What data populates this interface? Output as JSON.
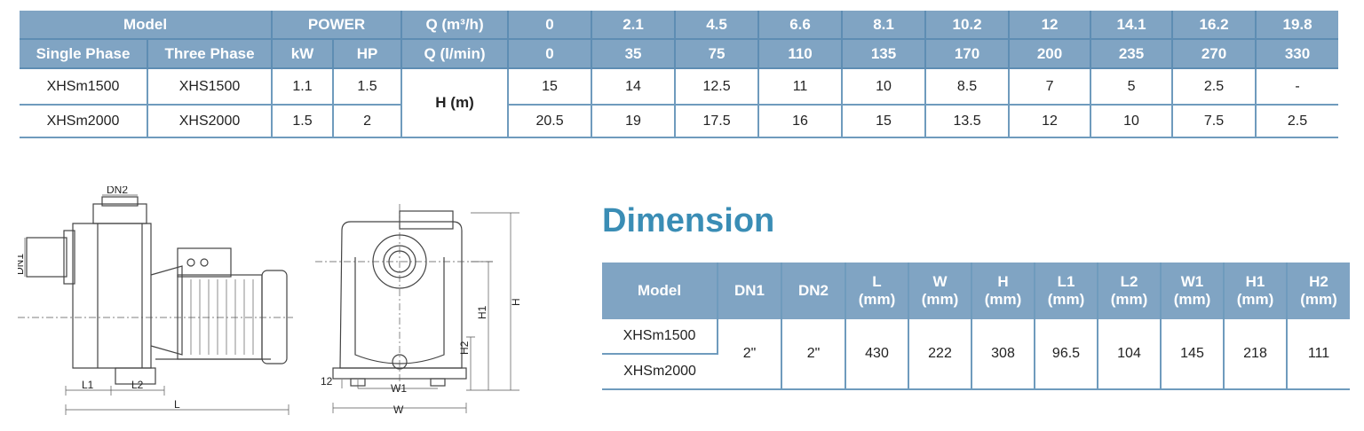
{
  "performance": {
    "header1": {
      "model": "Model",
      "power": "POWER",
      "q_m3h": "Q (m³/h)",
      "flows_m3h": [
        "0",
        "2.1",
        "4.5",
        "6.6",
        "8.1",
        "10.2",
        "12",
        "14.1",
        "16.2",
        "19.8"
      ]
    },
    "header2": {
      "single": "Single Phase",
      "three": "Three Phase",
      "kw": "kW",
      "hp": "HP",
      "q_lmin": "Q (l/min)",
      "flows_lmin": [
        "0",
        "35",
        "75",
        "110",
        "135",
        "170",
        "200",
        "235",
        "270",
        "330"
      ]
    },
    "head_label": "H (m)",
    "rows": [
      {
        "single": "XHSm1500",
        "three": "XHS1500",
        "kw": "1.1",
        "hp": "1.5",
        "heads": [
          "15",
          "14",
          "12.5",
          "11",
          "10",
          "8.5",
          "7",
          "5",
          "2.5",
          "-"
        ]
      },
      {
        "single": "XHSm2000",
        "three": "XHS2000",
        "kw": "1.5",
        "hp": "2",
        "heads": [
          "20.5",
          "19",
          "17.5",
          "16",
          "15",
          "13.5",
          "12",
          "10",
          "7.5",
          "2.5"
        ]
      }
    ]
  },
  "dimension": {
    "title": "Dimension",
    "headers": [
      {
        "t": "Model",
        "u": ""
      },
      {
        "t": "DN1",
        "u": ""
      },
      {
        "t": "DN2",
        "u": ""
      },
      {
        "t": "L",
        "u": "(mm)"
      },
      {
        "t": "W",
        "u": "(mm)"
      },
      {
        "t": "H",
        "u": "(mm)"
      },
      {
        "t": "L1",
        "u": "(mm)"
      },
      {
        "t": "L2",
        "u": "(mm)"
      },
      {
        "t": "W1",
        "u": "(mm)"
      },
      {
        "t": "H1",
        "u": "(mm)"
      },
      {
        "t": "H2",
        "u": "(mm)"
      }
    ],
    "models": [
      "XHSm1500",
      "XHSm2000"
    ],
    "values": [
      "2\"",
      "2\"",
      "430",
      "222",
      "308",
      "96.5",
      "104",
      "145",
      "218",
      "111"
    ]
  },
  "drawing_labels": {
    "dn2": "DN2",
    "dn1": "DN1",
    "l1": "L1",
    "l2": "L2",
    "l": "L",
    "h1": "H1",
    "h": "H",
    "h2": "H2",
    "w1": "W1",
    "w": "W",
    "twelve": "12"
  }
}
